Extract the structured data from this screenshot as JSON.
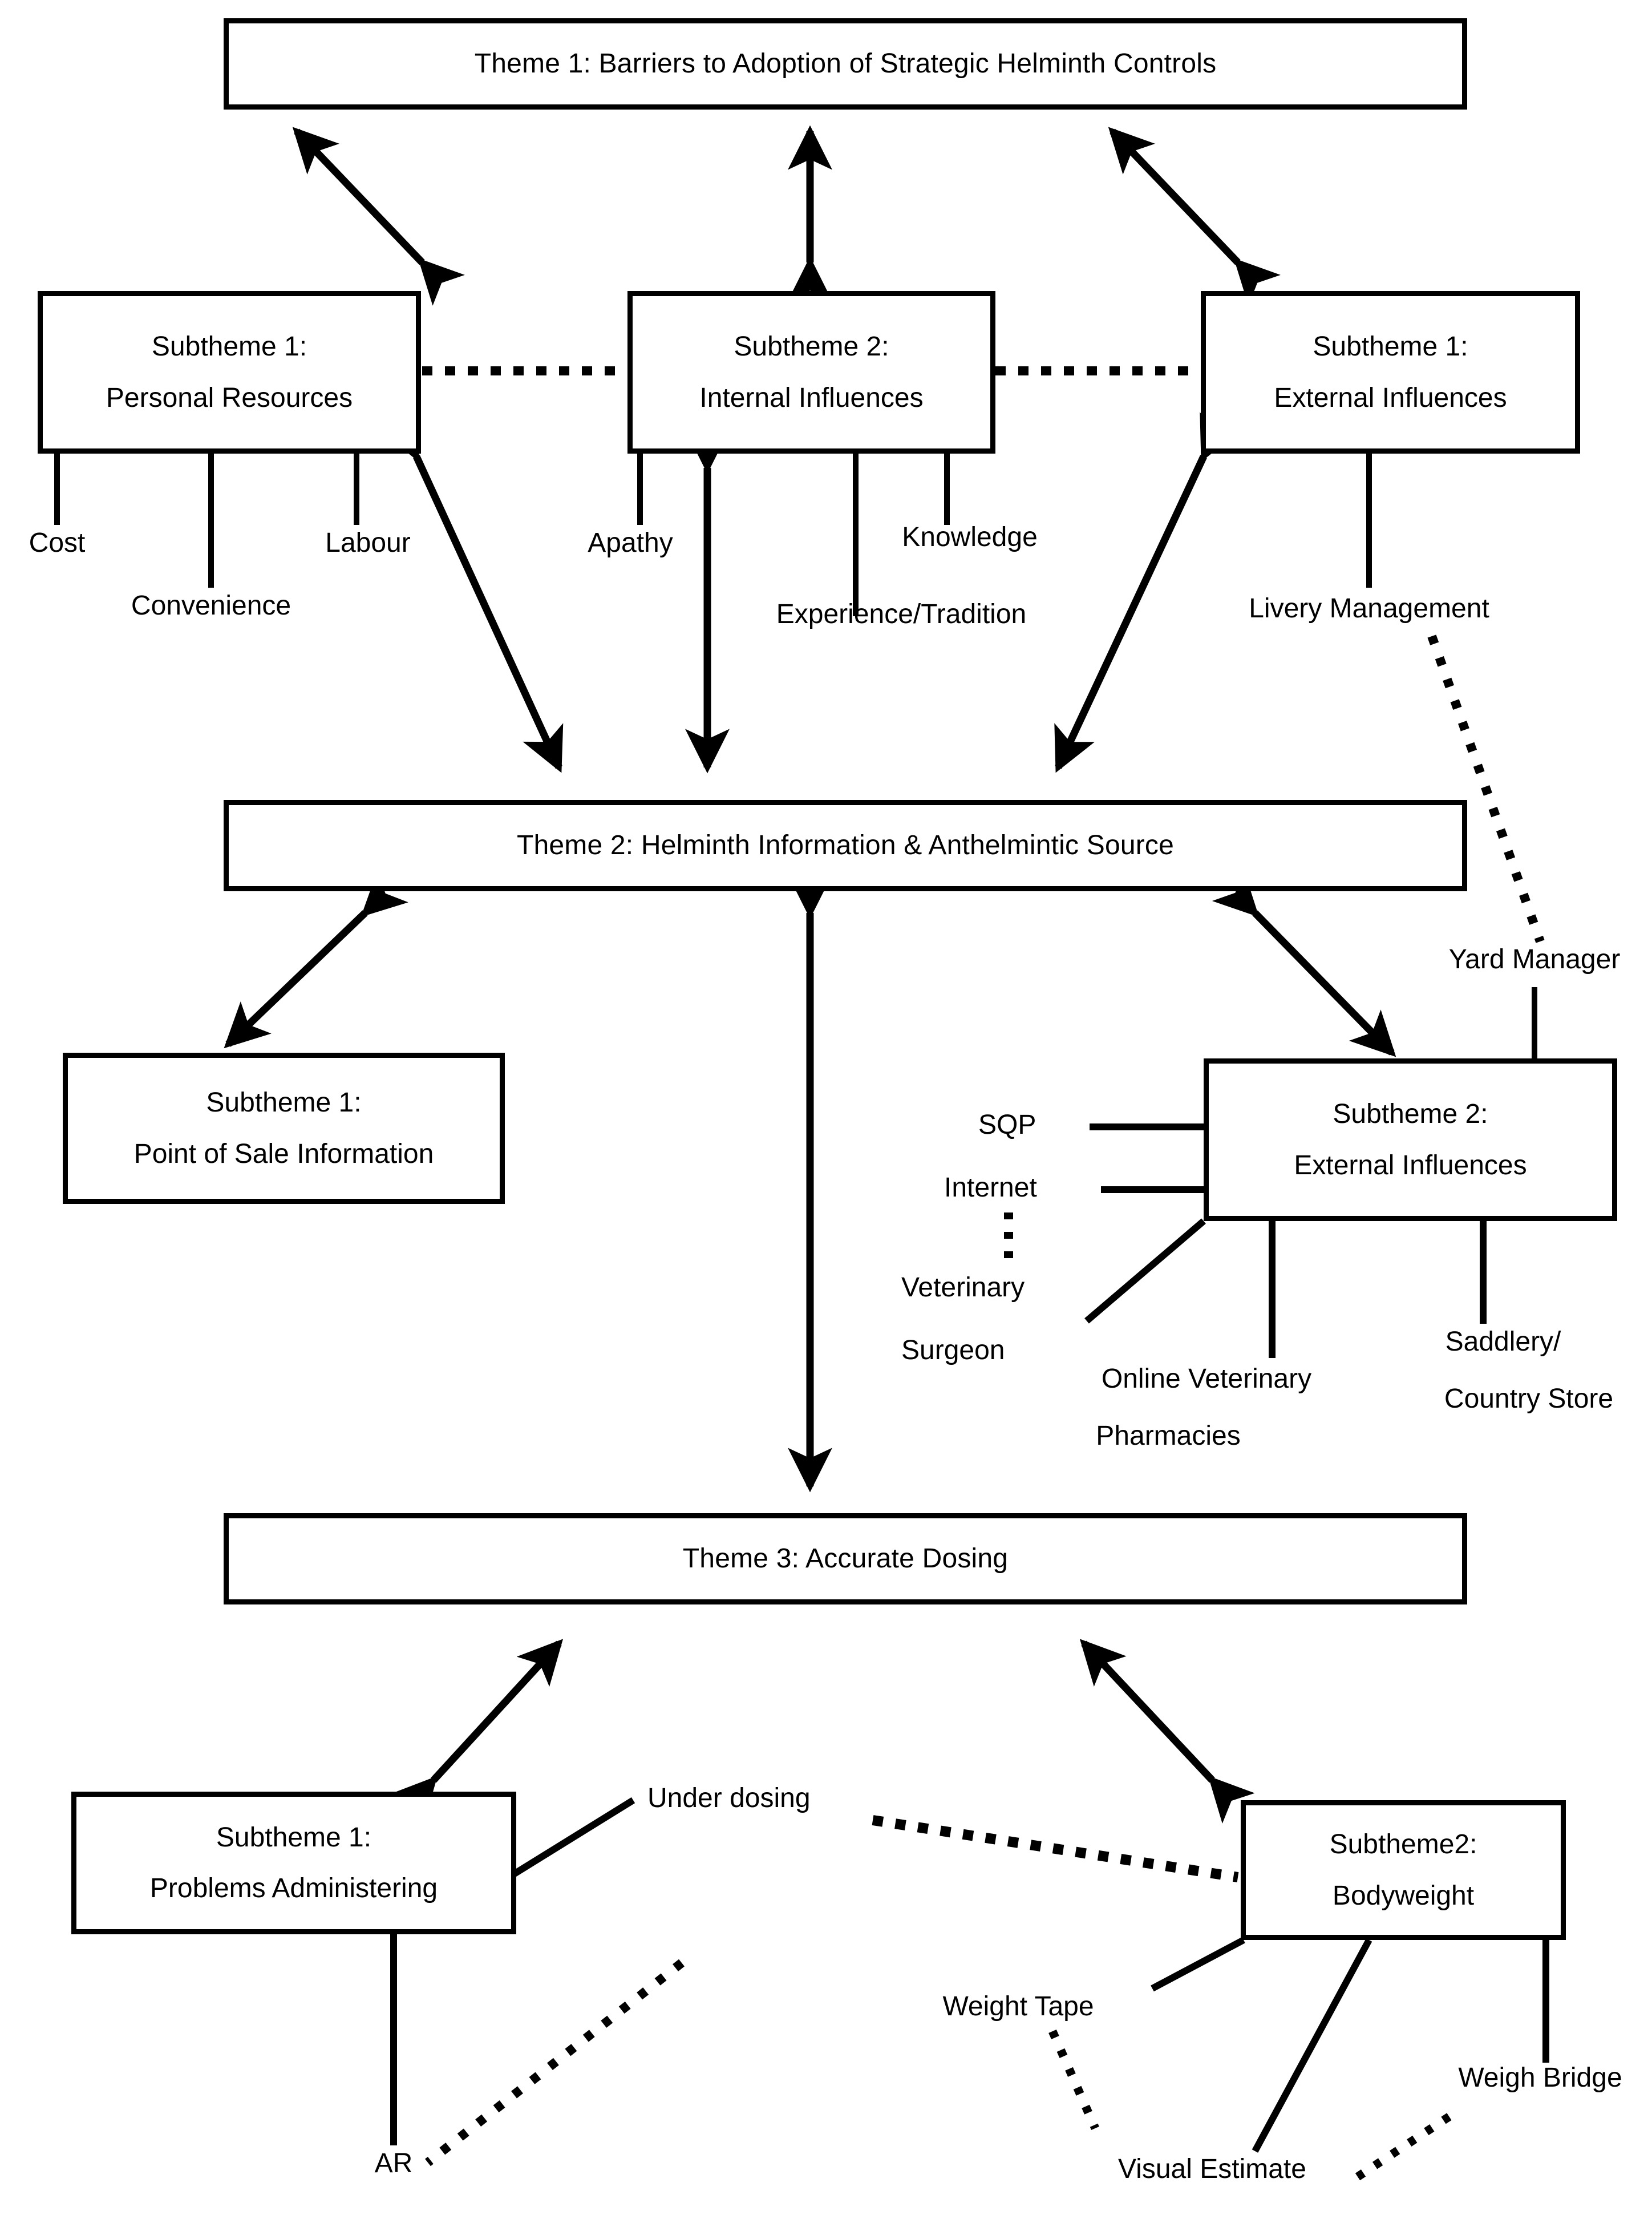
{
  "diagram": {
    "title_semantic": "Barriers to strategic helminth control thematic map",
    "stroke_color": "#000000",
    "background_color": "#ffffff"
  },
  "themes": [
    {
      "id": "theme1",
      "label": "Theme 1: Barriers to Adoption of Strategic Helminth Controls"
    },
    {
      "id": "theme2",
      "label": "Theme 2: Helminth Information & Anthelmintic Source"
    },
    {
      "id": "theme3",
      "label": "Theme 3: Accurate Dosing"
    }
  ],
  "subthemes": [
    {
      "id": "st1_personal",
      "line1": "Subtheme 1:",
      "line2": "Personal Resources"
    },
    {
      "id": "st2_internal",
      "line1": "Subtheme 2:",
      "line2": "Internal Influences"
    },
    {
      "id": "st1_external",
      "line1": "Subtheme 1:",
      "line2": "External Influences"
    },
    {
      "id": "st1_pos",
      "line1": "Subtheme 1:",
      "line2": "Point of Sale Information"
    },
    {
      "id": "st2_external",
      "line1": "Subtheme 2:",
      "line2": "External Influences"
    },
    {
      "id": "st1_problems",
      "line1": "Subtheme 1:",
      "line2": "Problems Administering"
    },
    {
      "id": "st2_bodyweight",
      "line1": "Subtheme2:",
      "line2": "Bodyweight"
    }
  ],
  "leaves": {
    "cost": "Cost",
    "convenience": "Convenience",
    "labour": "Labour",
    "apathy": "Apathy",
    "knowledge": "Knowledge",
    "experience_tradition": "Experience/Tradition",
    "livery_management": "Livery Management",
    "yard_manager": "Yard Manager",
    "sqp": "SQP",
    "internet": "Internet",
    "veterinary": "Veterinary",
    "surgeon": "Surgeon",
    "online_vet_pharmacies_l1": "Online Veterinary",
    "online_vet_pharmacies_l2": "Pharmacies",
    "saddlery_l1": "Saddlery/",
    "saddlery_l2": "Country Store",
    "under_dosing": "Under dosing",
    "ar": "AR",
    "weight_tape": "Weight Tape",
    "visual_estimate": "Visual Estimate",
    "weigh_bridge": "Weigh Bridge"
  }
}
